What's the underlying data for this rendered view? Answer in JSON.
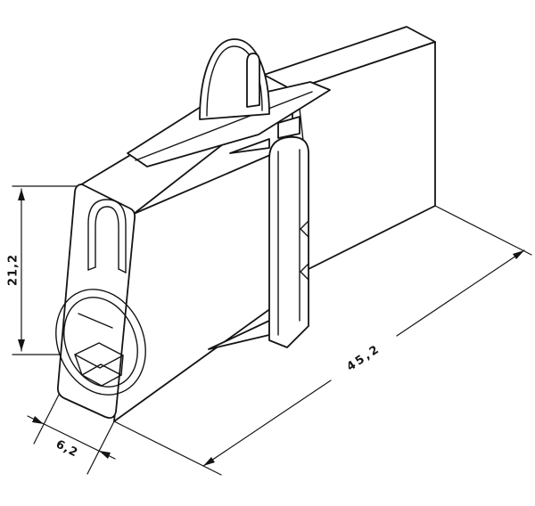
{
  "page": {
    "background": "#ffffff"
  },
  "drawing": {
    "line_color": "#141414",
    "dimensions": {
      "height": {
        "label": "21,2",
        "orientation": "vertical-left"
      },
      "depth": {
        "label": "6,2",
        "orientation": "isometric-depth-bottom-left"
      },
      "length": {
        "label": "45,2",
        "orientation": "isometric-length-right"
      }
    }
  }
}
